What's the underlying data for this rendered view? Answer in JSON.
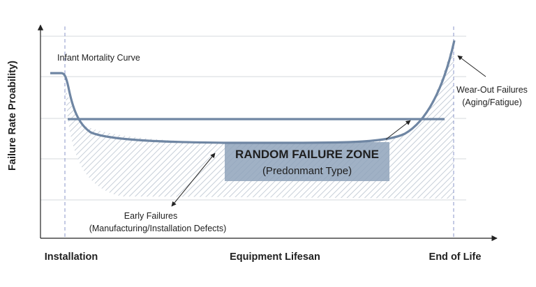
{
  "diagram": {
    "y_axis_label": "Failure Rate Proability)",
    "x_axis_label": "Equipment Lifesan",
    "x_start_label": "Installation",
    "x_end_label": "End of Life",
    "infant_label": "Infant Mortality Curve",
    "wearout_label_line1": "Wear-Out Failures",
    "wearout_label_line2": "(Aging/Fatigue)",
    "zone_title": "RANDOM FAILURE ZONE",
    "zone_subtitle": "(Predonmant Type)",
    "early_label_line1": "Early Failures",
    "early_label_line2": "(Manufacturing/Installation Defects)"
  },
  "colors": {
    "curve": "#6f86a3",
    "hatch": "#b9c3cf",
    "zone_box": "#8fa3bb",
    "gridline": "#d5d9de",
    "axis": "#222222",
    "marker_line": "#8a95c9"
  }
}
